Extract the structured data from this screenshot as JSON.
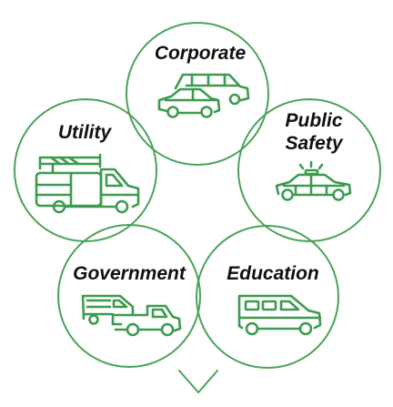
{
  "colors": {
    "ring": "#4aa35a",
    "vehicle": "#3d9a4f",
    "text": "#111111",
    "background": "#ffffff"
  },
  "segments": [
    {
      "key": "corporate",
      "label": "Corporate",
      "icon": "two-cars-icon"
    },
    {
      "key": "public_safety",
      "label_lines": [
        "Public",
        "Safety"
      ],
      "icon": "police-car-icon"
    },
    {
      "key": "education",
      "label": "Education",
      "icon": "van-icon"
    },
    {
      "key": "government",
      "label": "Government",
      "icon": "van-and-pickup-icon"
    },
    {
      "key": "utility",
      "label": "Utility",
      "icon": "bucket-truck-icon"
    }
  ],
  "footer_icon": "chevron-down-icon"
}
